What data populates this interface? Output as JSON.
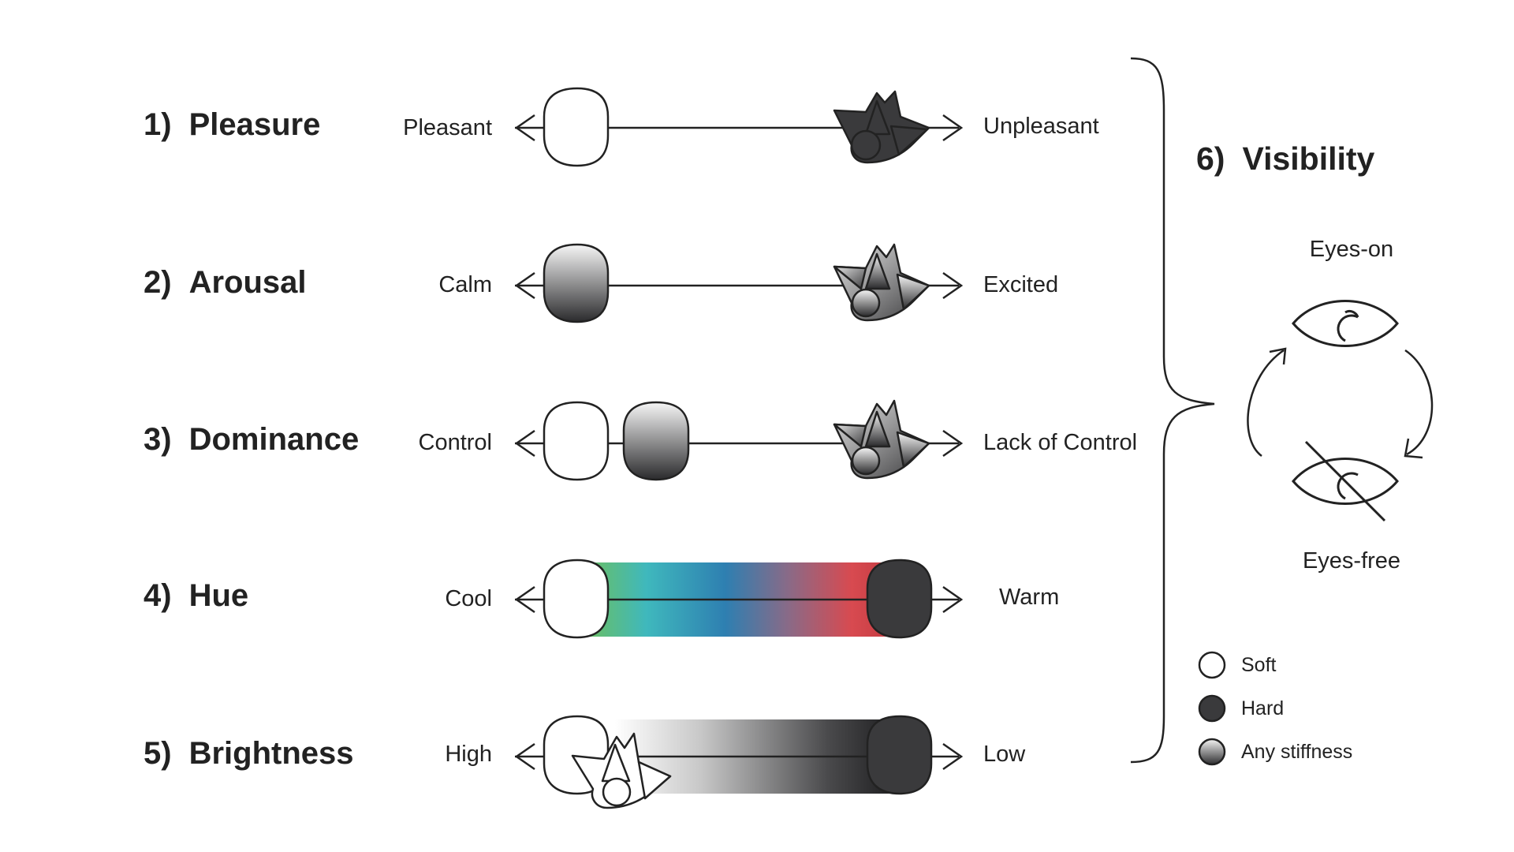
{
  "rows": [
    {
      "number": "1)",
      "title": "Pleasure",
      "left_label": "Pleasant",
      "right_label": "Unpleasant"
    },
    {
      "number": "2)",
      "title": "Arousal",
      "left_label": "Calm",
      "right_label": "Excited"
    },
    {
      "number": "3)",
      "title": "Dominance",
      "left_label": "Control",
      "right_label": "Lack of Control"
    },
    {
      "number": "4)",
      "title": "Hue",
      "left_label": "Cool",
      "right_label": "Warm"
    },
    {
      "number": "5)",
      "title": "Brightness",
      "left_label": "High",
      "right_label": "Low"
    }
  ],
  "visibility": {
    "number": "6)",
    "title": "Visibility",
    "top_label": "Eyes-on",
    "bottom_label": "Eyes-free"
  },
  "legend": [
    {
      "label": "Soft",
      "icon": "soft-circle-icon"
    },
    {
      "label": "Hard",
      "icon": "hard-circle-icon"
    },
    {
      "label": "Any stiffness",
      "icon": "gradient-circle-icon"
    }
  ],
  "colors": {
    "hard": "#3a3a3c",
    "soft": "#ffffff",
    "hue_gradient": [
      "#6dbf5e",
      "#3fb8bd",
      "#2e7fb1",
      "#8a6a87",
      "#d84a50",
      "#c0393f"
    ]
  }
}
